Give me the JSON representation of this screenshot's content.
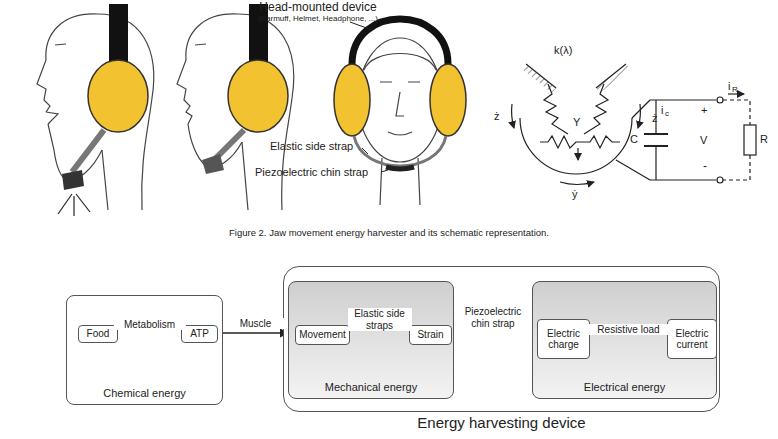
{
  "diagram": {
    "caption": "Figure 2. Jaw movement energy harvester and its schematic representation.",
    "nodes": [
      {
        "text": [
          "Chemical energy"
        ]
      },
      {
        "text": [
          "Food"
        ],
        "in": 0
      },
      {
        "text": [
          "ATP"
        ],
        "in": 0
      },
      {
        "text": [
          "Energy harvesting device"
        ]
      },
      {
        "text": [
          "Mechanical energy"
        ],
        "in": 3
      },
      {
        "text": [
          "Movement"
        ],
        "in": 4
      },
      {
        "text": [
          "Strain"
        ],
        "in": 4
      },
      {
        "text": [
          "Electrical energy"
        ],
        "in": 3
      },
      {
        "text": [
          "Electric charge"
        ],
        "in": 7
      },
      {
        "text": [
          "Electric current"
        ],
        "in": 7
      }
    ],
    "edges": [
      {
        "from": 1,
        "to": 2,
        "label": "Metabolism",
        "arrow": "to"
      },
      {
        "from": 0,
        "to": 4,
        "label": "Muscle",
        "arrow": "to"
      },
      {
        "from": 5,
        "to": 6,
        "label": "Elastic side straps",
        "arrow": "to"
      },
      {
        "from": 4,
        "to": 7,
        "label": "Piezoelectric chin strap",
        "arrow": "to"
      },
      {
        "from": 8,
        "to": 9,
        "label": "Resistive load",
        "arrow": "to"
      }
    ],
    "labels": [
      "Head-mounted device",
      "(Earmuff, Helmet, Headphone, ...)",
      "Elastic side strap",
      "Piezoelectric chin strap",
      "k(λ)",
      "Y",
      "ż",
      "ż",
      "ẏ",
      "C",
      "i",
      "c",
      "V",
      "+",
      "-",
      "i",
      "R",
      "R"
    ]
  }
}
